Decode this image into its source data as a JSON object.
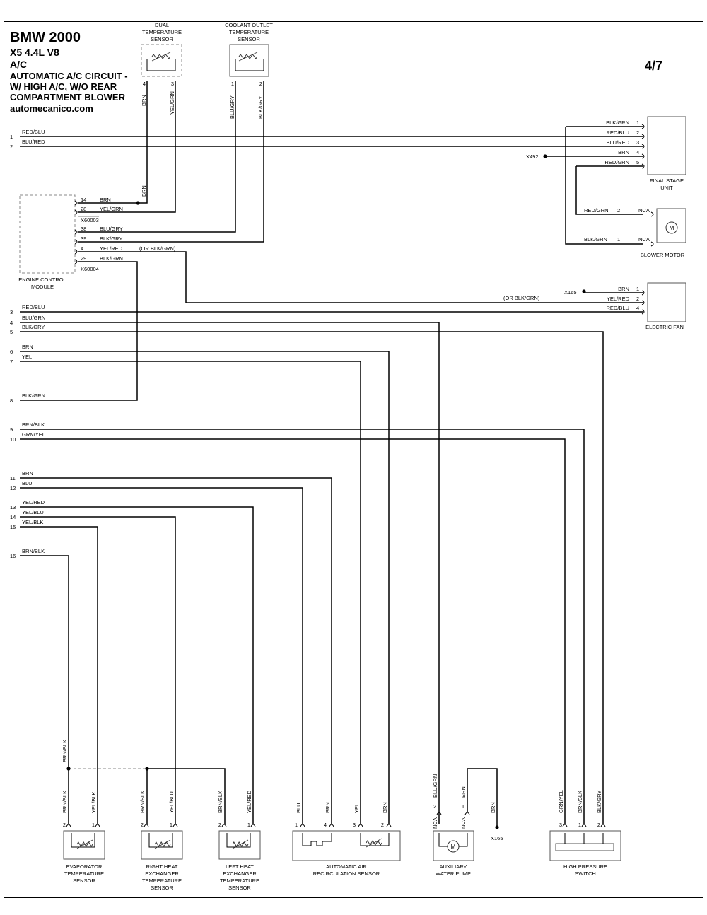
{
  "header": {
    "title": "BMW 2000",
    "model": "X5  4.4L  V8",
    "system": "A/C",
    "circuit_line1": "AUTOMATIC A/C CIRCUIT -",
    "circuit_line2": "W/ HIGH A/C, W/O REAR",
    "circuit_line3": "COMPARTMENT BLOWER",
    "site": "automecanico.com",
    "page": "4/7"
  },
  "components": {
    "dual_temp_sensor": [
      "DUAL",
      "TEMPERATURE",
      "SENSOR"
    ],
    "coolant_outlet_sensor": [
      "COOLANT OUTLET",
      "TEMPERATURE",
      "SENSOR"
    ],
    "engine_control_module": [
      "ENGINE CONTROL",
      "MODULE"
    ],
    "final_stage_unit": [
      "FINAL STAGE",
      "UNIT"
    ],
    "blower_motor": [
      "BLOWER MOTOR"
    ],
    "electric_fan": [
      "ELECTRIC FAN"
    ],
    "evaporator_sensor": [
      "EVAPORATOR",
      "TEMPERATURE",
      "SENSOR"
    ],
    "right_heat_sensor": [
      "RIGHT HEAT",
      "EXCHANGER",
      "TEMPERATURE",
      "SENSOR"
    ],
    "left_heat_sensor": [
      "LEFT HEAT",
      "EXCHANGER",
      "TEMPERATURE",
      "SENSOR"
    ],
    "air_recirc_sensor": [
      "AUTOMATIC AIR",
      "RECIRCULATION SENSOR"
    ],
    "aux_water_pump": [
      "AUXILIARY",
      "WATER PUMP"
    ],
    "high_pressure_switch": [
      "HIGH PRESSURE",
      "SWITCH"
    ]
  },
  "connectors": {
    "ecm_x60003": "X60003",
    "ecm_x60004": "X60004",
    "ground_x492": "X492",
    "ground_x165_fan": "X165",
    "ground_x165_pump": "X165",
    "nca": "NCA"
  },
  "left_wires": [
    {
      "num": "1",
      "color": "RED/BLU"
    },
    {
      "num": "2",
      "color": "BLU/RED"
    },
    {
      "num": "3",
      "color": "RED/BLU"
    },
    {
      "num": "4",
      "color": "BLU/GRN"
    },
    {
      "num": "5",
      "color": "BLK/GRY"
    },
    {
      "num": "6",
      "color": "BRN"
    },
    {
      "num": "7",
      "color": "YEL"
    },
    {
      "num": "8",
      "color": "BLK/GRN"
    },
    {
      "num": "9",
      "color": "BRN/BLK"
    },
    {
      "num": "10",
      "color": "GRN/YEL"
    },
    {
      "num": "11",
      "color": "BRN"
    },
    {
      "num": "12",
      "color": "BLU"
    },
    {
      "num": "13",
      "color": "YEL/RED"
    },
    {
      "num": "14",
      "color": "YEL/BLU"
    },
    {
      "num": "15",
      "color": "YEL/BLK"
    },
    {
      "num": "16",
      "color": "BRN/BLK"
    }
  ],
  "ecm_pins": [
    {
      "pin": "14",
      "color": "BRN"
    },
    {
      "pin": "28",
      "color": "YEL/GRN"
    },
    {
      "pin": "38",
      "color": "BLU/GRY"
    },
    {
      "pin": "39",
      "color": "BLK/GRY"
    },
    {
      "pin": "4",
      "color": "YEL/RED"
    },
    {
      "pin": "29",
      "color": "BLK/GRN"
    }
  ],
  "alt_color": "(OR BLK/GRN)",
  "dual_sensor_pins": [
    {
      "pin": "4",
      "color": "BRN"
    },
    {
      "pin": "3",
      "color": "YEL/GRN"
    }
  ],
  "dual_sensor_brn_label": "BRN",
  "coolant_sensor_pins": [
    {
      "pin": "1",
      "color": "BLU/GRY"
    },
    {
      "pin": "2",
      "color": "BLK/GRY"
    }
  ],
  "final_stage_pins": [
    {
      "pin": "1",
      "color": "BLK/GRN"
    },
    {
      "pin": "2",
      "color": "RED/BLU"
    },
    {
      "pin": "3",
      "color": "BLU/RED"
    },
    {
      "pin": "4",
      "color": "BRN"
    },
    {
      "pin": "5",
      "color": "RED/GRN"
    }
  ],
  "blower_pins": [
    {
      "pin": "2",
      "color": "RED/GRN"
    },
    {
      "pin": "1",
      "color": "BLK/GRN"
    }
  ],
  "fan_pins": [
    {
      "pin": "1",
      "color": "BRN"
    },
    {
      "pin": "2",
      "color": "YEL/RED"
    },
    {
      "pin": "4",
      "color": "RED/BLU"
    }
  ],
  "bottom_shared_label": "BRN/BLK",
  "evap_pins": [
    {
      "pin": "2",
      "color": "BRN/BLK"
    },
    {
      "pin": "1",
      "color": "YEL/BLK"
    }
  ],
  "right_heat_pins": [
    {
      "pin": "2",
      "color": "BRN/BLK"
    },
    {
      "pin": "1",
      "color": "YEL/BLU"
    }
  ],
  "left_heat_pins": [
    {
      "pin": "2",
      "color": "BRN/BLK"
    },
    {
      "pin": "1",
      "color": "YEL/RED"
    }
  ],
  "recirc_pins": [
    {
      "pin": "1",
      "color": "BLU"
    },
    {
      "pin": "4",
      "color": "BRN"
    },
    {
      "pin": "3",
      "color": "YEL"
    },
    {
      "pin": "2",
      "color": "BRN"
    }
  ],
  "pump_pins": [
    {
      "pin": "2",
      "color": "BLU/GRN"
    },
    {
      "pin": "1",
      "color": "BRN"
    }
  ],
  "pump_ground_color": "BRN",
  "hps_pins": [
    {
      "pin": "3",
      "color": "GRN/YEL"
    },
    {
      "pin": "1",
      "color": "BRN/BLK"
    },
    {
      "pin": "2",
      "color": "BLK/GRY"
    }
  ],
  "motor_symbol": "M",
  "colors": {
    "wire": "#000000",
    "background": "#ffffff",
    "dashed_box": "#888888"
  }
}
